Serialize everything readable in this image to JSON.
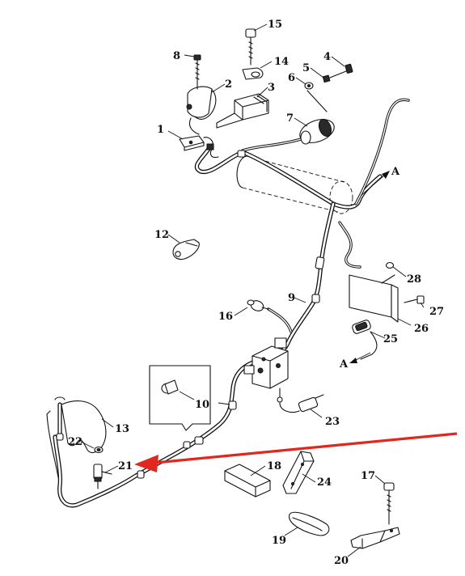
{
  "diagram": {
    "callouts": [
      "1",
      "2",
      "3",
      "4",
      "5",
      "6",
      "7",
      "8",
      "9",
      "10",
      "10",
      "12",
      "13",
      "14",
      "15",
      "16",
      "17",
      "18",
      "19",
      "20",
      "21",
      "22",
      "23",
      "24",
      "25",
      "26",
      "27",
      "28"
    ],
    "arrow_labels": [
      "A",
      "A"
    ],
    "highlight_arrow_color": "#e0281e",
    "line_color": "#111111",
    "background": "#ffffff"
  }
}
